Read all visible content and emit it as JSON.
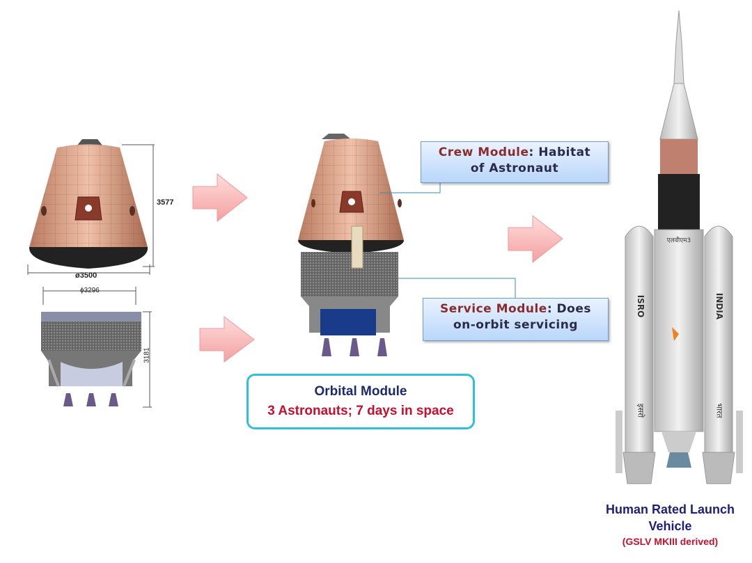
{
  "dimensions": {
    "crew_height": "3577",
    "crew_diameter": "ø3500",
    "service_diameter": "ϕ3296",
    "service_height": "3181"
  },
  "labels": {
    "crew": {
      "title": "Crew Module",
      "desc_line1": ": Habitat",
      "desc_line2": "of Astronaut"
    },
    "service": {
      "title": "Service Module",
      "desc_line1": ": Does",
      "desc_line2": "on-orbit servicing"
    }
  },
  "orbital": {
    "title": "Orbital Module",
    "subtitle": "3 Astronauts; 7 days in space"
  },
  "rocket": {
    "left_booster": "ISRO",
    "right_booster": "INDIA",
    "left_hindi": "इसरो",
    "right_hindi": "भारत",
    "core": "एलवीएम3"
  },
  "caption": {
    "line1": "Human Rated Launch",
    "line2": "Vehicle",
    "line3": "(GSLV MKIII derived)"
  },
  "colors": {
    "arrow": "#f9b3b3",
    "capsule": "#d9a088",
    "heat_shield": "#222222",
    "label_accent": "#8b2c2c",
    "orbital_border": "#2fc0d8",
    "caption_blue": "#1d1f7a",
    "caption_red": "#c8102e"
  }
}
